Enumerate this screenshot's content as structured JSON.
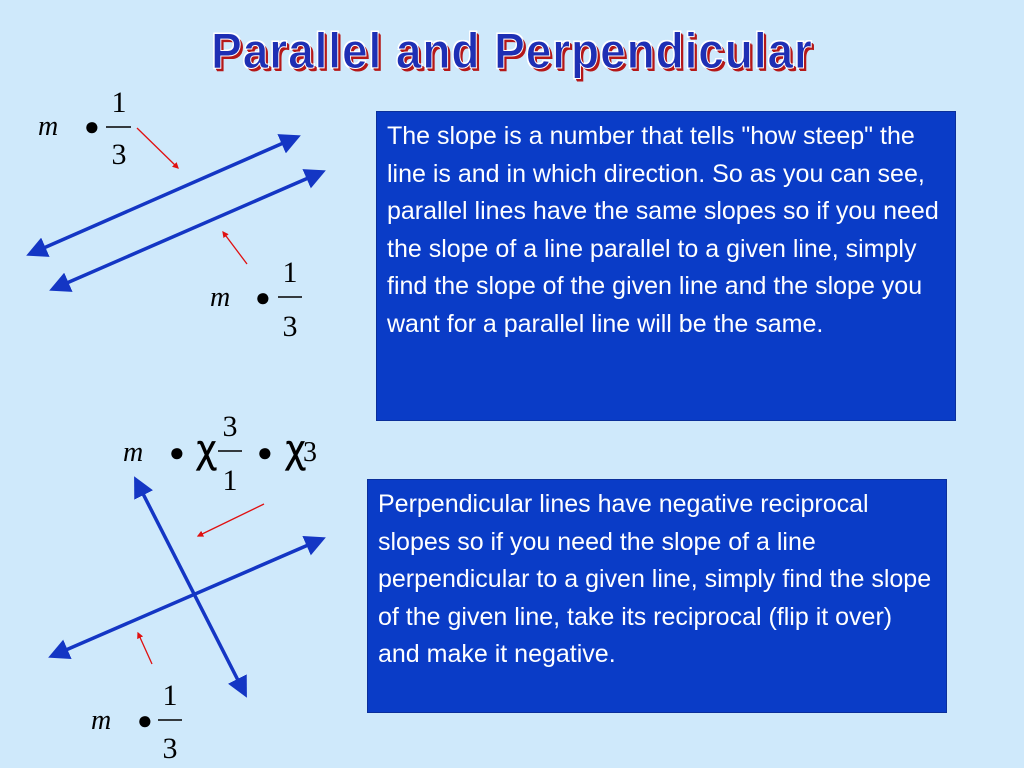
{
  "slide": {
    "title": "Parallel and Perpendicular",
    "parallel_text": "The slope is a number that tells \"how steep\" the line is and in which direction. So as you can see, parallel lines have the same slopes so if you need the slope  of a line parallel to a given line, simply find the slope of the given line and the slope you want for a parallel line will be the same.",
    "perpendicular_text": "Perpendicular lines have negative reciprocal slopes so if you need the slope of a line perpendicular to a given line, simply find the slope of the given line, take its reciprocal (flip it over) and make it negative."
  },
  "equations": {
    "eq1": {
      "var": "m",
      "sym": "●",
      "num": "1",
      "den": "3"
    },
    "eq2": {
      "var": "m",
      "sym": "●",
      "num": "1",
      "den": "3"
    },
    "eq3": {
      "var": "m",
      "sym": "●",
      "mark": "Ꭓ",
      "num": "3",
      "den": "1",
      "sym2": "●",
      "mark2": "Ꭓ",
      "value": "3"
    },
    "eq4": {
      "var": "m",
      "sym": "●",
      "num": "1",
      "den": "3"
    }
  },
  "colors": {
    "background": "#cfe9fb",
    "line_blue": "#1436c4",
    "arrow_red": "#e01010",
    "box_blue": "#0a3cc7"
  }
}
